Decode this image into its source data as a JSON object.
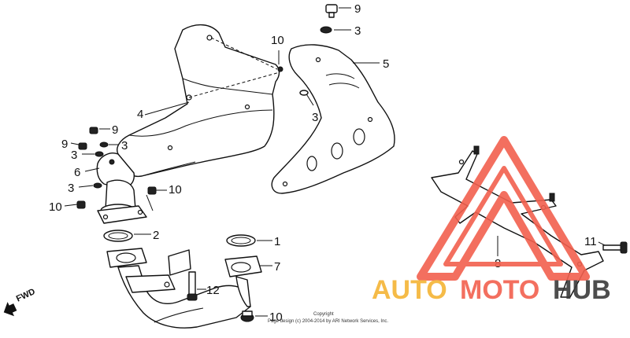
{
  "callouts": {
    "c1": "1",
    "c2": "2",
    "c3a": "3",
    "c3b": "3",
    "c3c": "3",
    "c3d": "3",
    "c3e": "3",
    "c4": "4",
    "c5": "5",
    "c6": "6",
    "c7": "7",
    "c8": "8",
    "c9a": "9",
    "c9b": "9",
    "c9c": "9",
    "c10a": "10",
    "c10b": "10",
    "c10c": "10",
    "c10d": "10",
    "c11": "11",
    "c12": "12"
  },
  "direction_label": "FWD",
  "copyright": {
    "line1": "Copyright",
    "line2": "Page design (c) 2004-2014 by ARI Network Services, Inc."
  },
  "watermark": {
    "part1": "AUTO",
    "part2": "MOTO",
    "part3": "HUB",
    "colors": {
      "auto": "#f5b435",
      "moto": "#f2604e",
      "hub": "#3a3a3a",
      "triangle": "#f2604e"
    }
  }
}
